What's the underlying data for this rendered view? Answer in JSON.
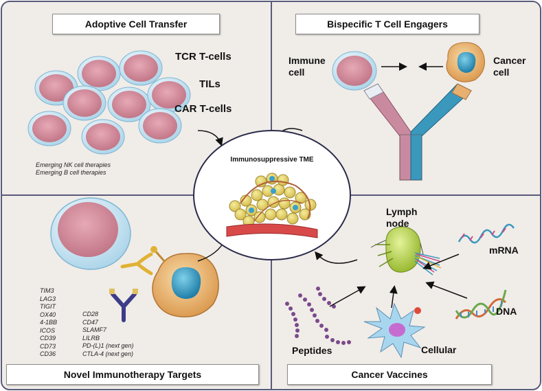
{
  "quadrants": {
    "top_left": {
      "title": "Adoptive Cell Transfer",
      "items": [
        "TCR T-cells",
        "TILs",
        "CAR T-cells"
      ],
      "notes": [
        "Emerging NK cell therapies",
        "Emerging B cell therapies"
      ]
    },
    "top_right": {
      "title": "Bispecific T Cell Engagers",
      "immune_label": "Immune cell",
      "cancer_label": "Cancer cell"
    },
    "bottom_left": {
      "title": "Novel Immunotherapy Targets",
      "targets_col1": [
        "TIM3",
        "LAG3",
        "TIGIT",
        "OX40",
        "4-1BB",
        "ICOS",
        "CD39",
        "CD73",
        "CD36"
      ],
      "targets_col2": [
        "CD28",
        "CD47",
        "SLAMF7",
        "LILRB",
        "PD-(L)1 (next gen)",
        "CTLA-4 (next gen)"
      ]
    },
    "bottom_right": {
      "title": "Cancer Vaccines",
      "lymph_label": "Lymph node",
      "mrna_label": "mRNA",
      "dna_label": "DNA",
      "peptides_label": "Peptides",
      "cellular_label": "Cellular"
    }
  },
  "center": {
    "title": "Immunosuppressive TME"
  },
  "colors": {
    "panel_bg": "#f0ece8",
    "border": "#5a5a7a",
    "cell_fill": "#d98fa0",
    "cell_membrane": "#cfe6f2",
    "cancer_cell": "#f2c07a",
    "nucleus": "#3aa0c8",
    "antibody_pink": "#c98aa0",
    "antibody_blue": "#3a98bd",
    "lymph_node": "#b8d43a"
  }
}
